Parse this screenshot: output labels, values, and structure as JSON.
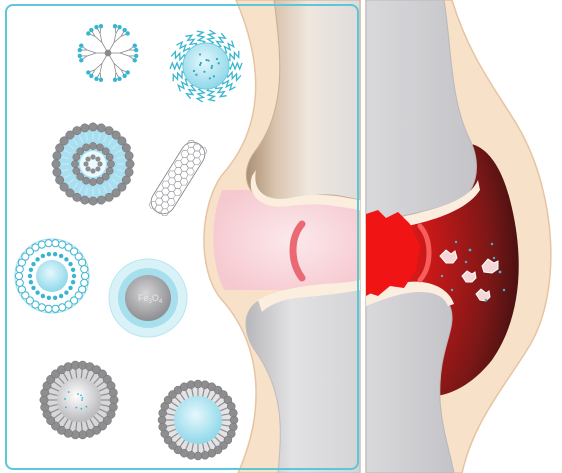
{
  "figure": {
    "panels": [
      "nanocarrier-library",
      "healthy-joint",
      "inflamed-joint"
    ],
    "carriers": [
      {
        "kind": "dendrimer",
        "icon": "dendrimer-icon"
      },
      {
        "kind": "polymeric-micelle",
        "icon": "polymeric-micelle-icon"
      },
      {
        "kind": "liposome",
        "icon": "liposome-icon"
      },
      {
        "kind": "carbon-nanotube",
        "icon": "carbon-nanotube-icon"
      },
      {
        "kind": "hollow-nanoparticle",
        "icon": "hollow-nanoparticle-icon"
      },
      {
        "kind": "iron-oxide-nanoparticle",
        "icon": "iron-oxide-nanoparticle-icon"
      },
      {
        "kind": "solid-lipid-nanoparticle",
        "icon": "solid-lipid-nanoparticle-icon"
      },
      {
        "kind": "nanostructured-lipid-carrier",
        "icon": "nanostructured-lipid-carrier-icon"
      }
    ],
    "iron_oxide_label": {
      "base": "Fe",
      "sub1": "3",
      "mid": "O",
      "sub2": "4"
    },
    "colors": {
      "frame": "#5cc7d6",
      "bone_light": "#e4e4e6",
      "bone_shadow": "#b9b9bd",
      "bone_tan": "#c9ad93",
      "capsule": "#f7e1c8",
      "capsule_edge": "#e6c4a3",
      "healthy_fluid": "#f9d2d8",
      "inflamed_red": "#e21a1a",
      "inflamed_dark": "#5a1414",
      "cyan": "#38b6d0",
      "gray_head": "#8e8e90"
    }
  }
}
